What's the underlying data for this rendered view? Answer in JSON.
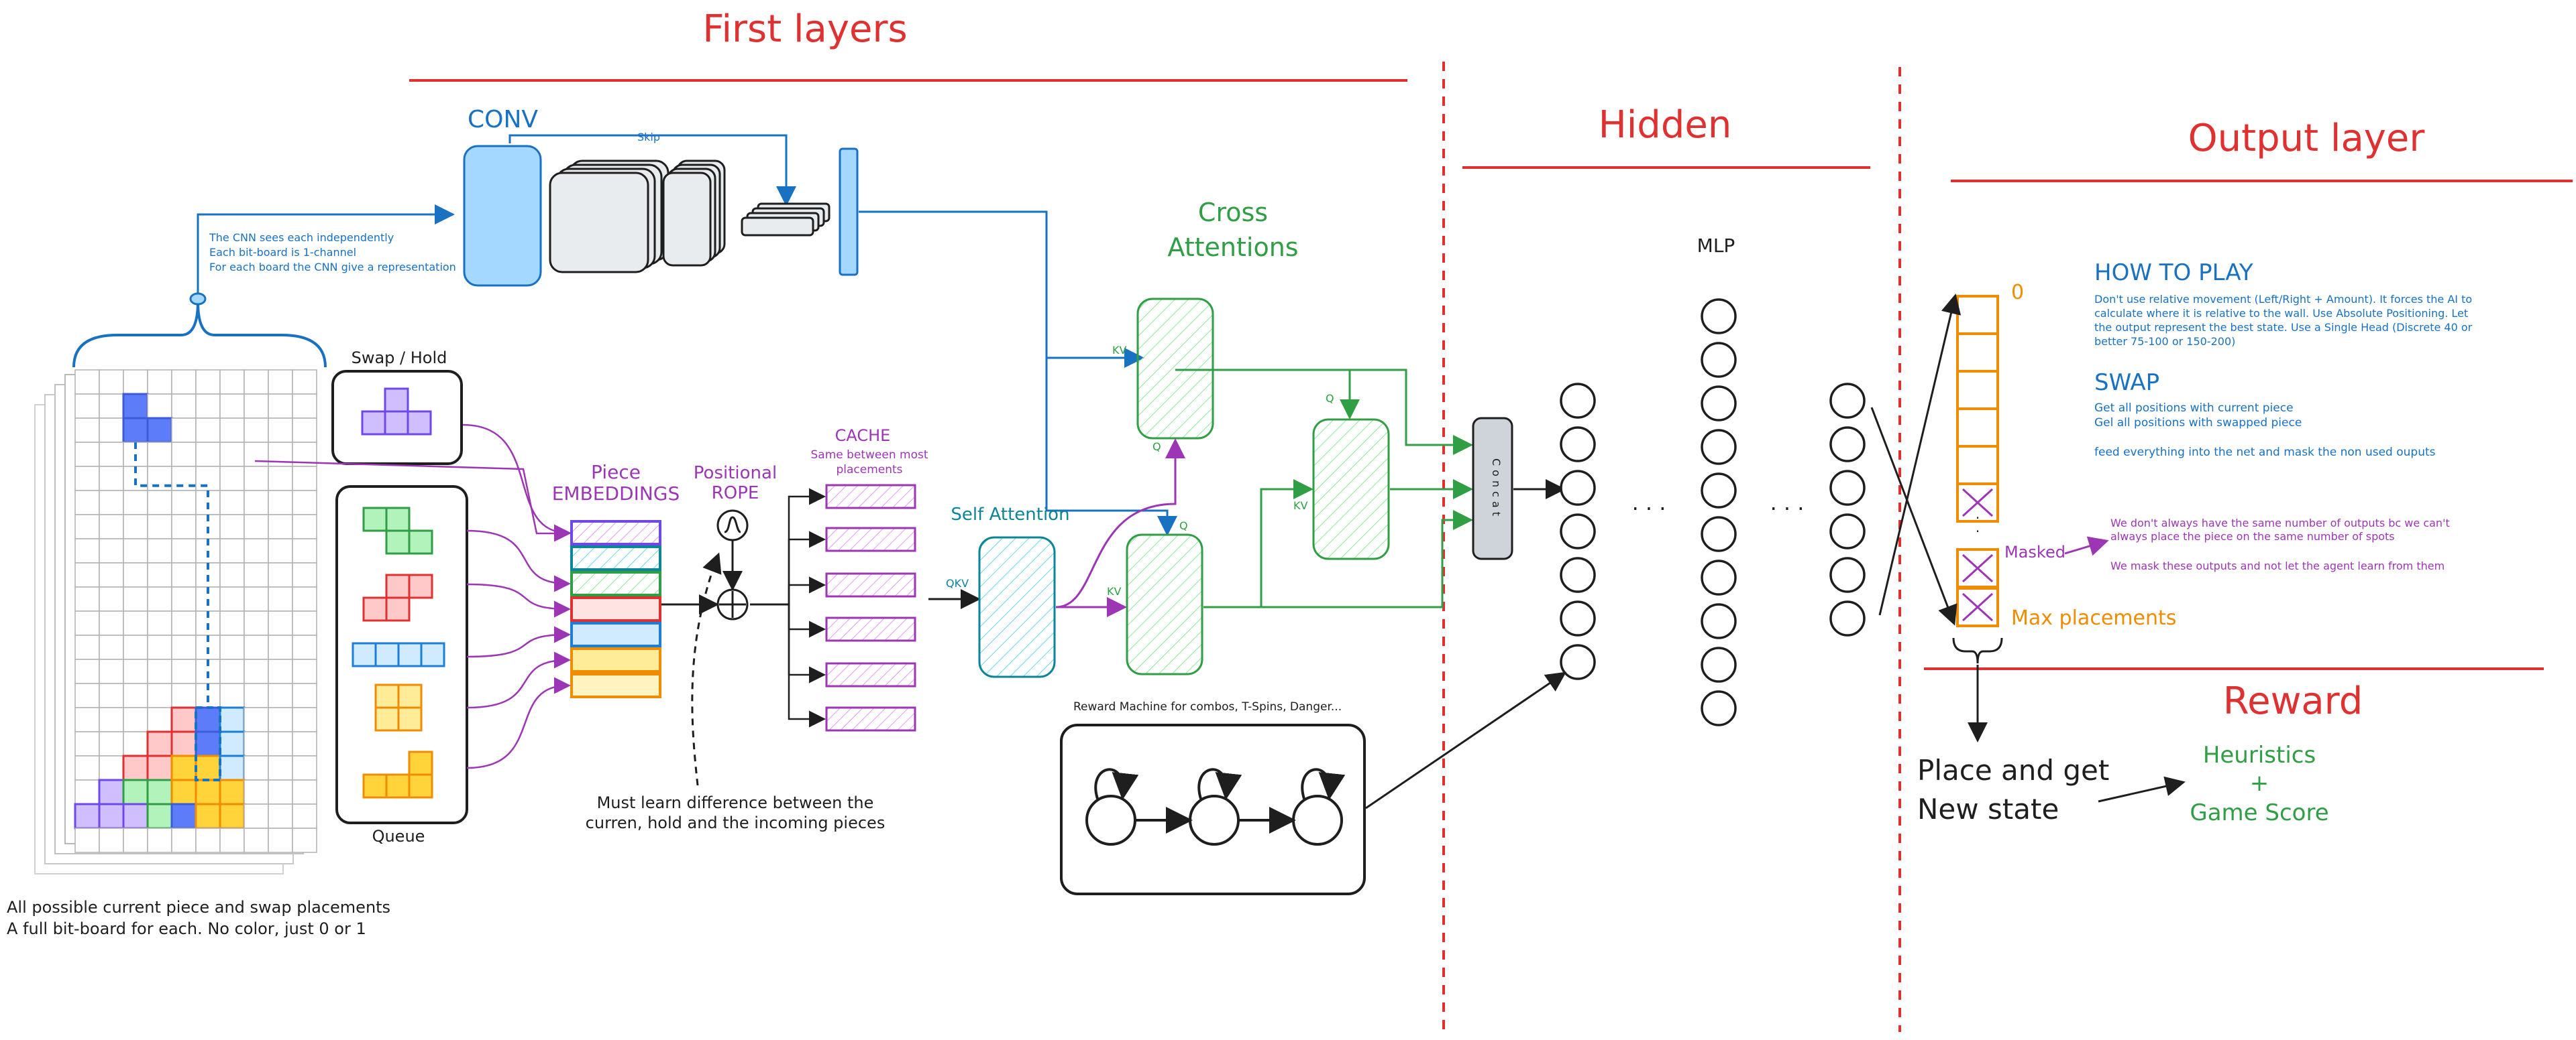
{
  "sections": {
    "first_layers": "First layers",
    "hidden": "Hidden",
    "output_layer": "Output layer",
    "reward": "Reward"
  },
  "conv": {
    "title": "CONV",
    "skip": "Skip",
    "note": [
      "The CNN sees each independently",
      "Each bit-board is 1-channel",
      "For each board the CNN give a representation"
    ]
  },
  "board": {
    "caption": [
      "All possible current piece and swap placements",
      "A full bit-board for each. No color, just 0 or 1"
    ]
  },
  "hold": {
    "title": "Swap / Hold"
  },
  "queue": {
    "title": "Queue"
  },
  "embeddings": {
    "title": [
      "Piece",
      "EMBEDDINGS"
    ]
  },
  "rope": {
    "title": [
      "Positional",
      "ROPE"
    ]
  },
  "cache": {
    "title": "CACHE",
    "subtitle": [
      "Same between most",
      "placements"
    ]
  },
  "learn_note": [
    "Must learn difference between the",
    "curren, hold and the incoming pieces"
  ],
  "self_attention": {
    "title": "Self Attention",
    "qkv": "QKV",
    "q": "Q",
    "kv": "KV"
  },
  "cross_attention": {
    "title": [
      "Cross",
      "Attentions"
    ]
  },
  "concat": "Concat",
  "mlp": "MLP",
  "dots": "· · ·",
  "reward_machine": {
    "title": "Reward Machine for combos, T-Spins, Danger..."
  },
  "how_to_play": {
    "title": "HOW TO PLAY",
    "lines": [
      "Don't use relative movement (Left/Right + Amount). It forces the AI to",
      "calculate where it is relative to the wall. Use Absolute Positioning. Let",
      "the output represent the best state. Use a Single Head (Discrete 40 or",
      "better 75-100 or 150-200)"
    ]
  },
  "swap": {
    "title": "SWAP",
    "lines": [
      "Get all positions with current piece",
      "Gel all positions with swapped piece",
      "",
      "feed everything into the net and mask the non used ouputs"
    ]
  },
  "output": {
    "zero": "0",
    "masked": "Masked",
    "max": "Max placements",
    "masked_note": [
      "We don't always have the same number of outputs bc we can't",
      "always place the piece on the same number of spots",
      "",
      "We mask these outputs and not let the agent learn from them"
    ]
  },
  "place": [
    "Place and get",
    "New state"
  ],
  "heuristics": [
    "Heuristics",
    "+",
    "Game Score"
  ],
  "colors": {
    "red": "#e03131",
    "blue": "#1971c2",
    "green": "#2f9e44",
    "purple": "#9c36b5",
    "orange": "#f08c00",
    "teal": "#0c8599"
  }
}
